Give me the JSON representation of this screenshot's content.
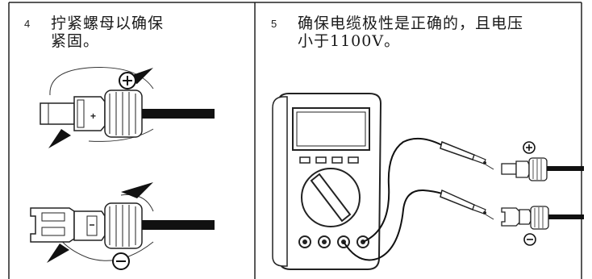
{
  "step4": {
    "number": "4",
    "line1": "拧紧螺母以确保",
    "line2": "紧固。",
    "top_connector_symbol": "plus-circle-icon",
    "bottom_connector_symbol": "minus-circle-icon",
    "plug_sign": "+"
  },
  "step5": {
    "number": "5",
    "line1": "确保电缆极性是正确的，且电压",
    "line2": "小于1100V。",
    "positive_symbol": "plus-circle-icon",
    "negative_symbol": "minus-circle-icon"
  }
}
